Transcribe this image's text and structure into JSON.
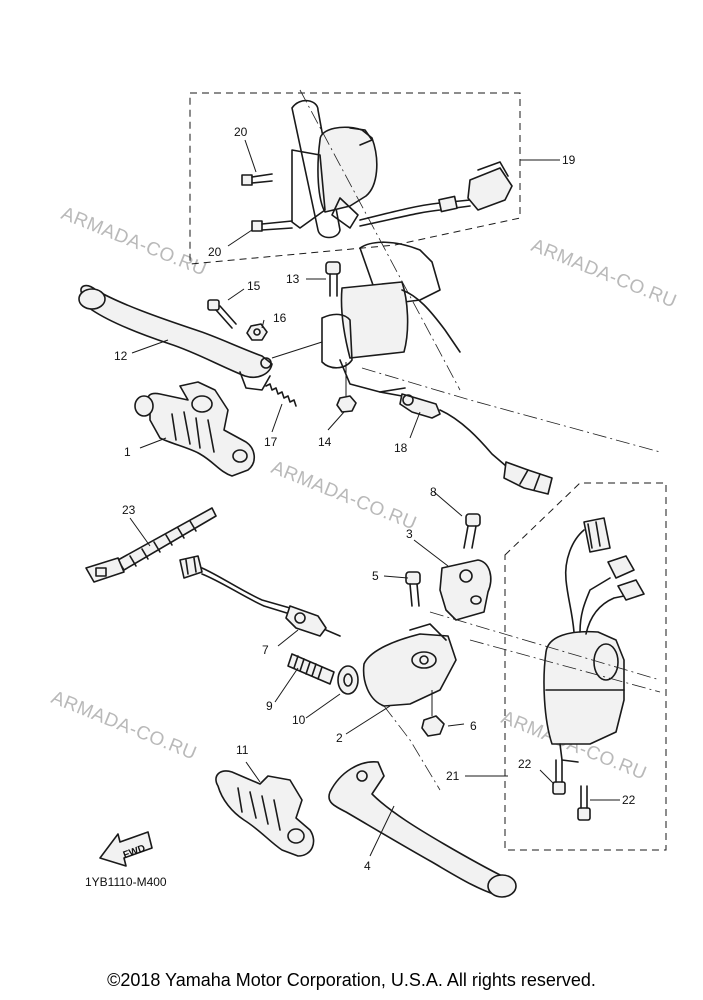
{
  "callouts": [
    "20",
    "20",
    "19",
    "13",
    "15",
    "16",
    "12",
    "1",
    "17",
    "14",
    "18",
    "8",
    "23",
    "3",
    "5",
    "7",
    "9",
    "10",
    "2",
    "6",
    "11",
    "21",
    "22",
    "22",
    "4"
  ],
  "watermarks": [
    "ARMADA-CO.RU",
    "ARMADA-CO.RU",
    "ARMADA-CO.RU",
    "ARMADA-CO.RU",
    "ARMADA-CO.RU"
  ],
  "fwd_label": "FWD",
  "diagram_code": "1YB1110-M400",
  "copyright": "©2018 Yamaha Motor Corporation, U.S.A. All rights reserved."
}
